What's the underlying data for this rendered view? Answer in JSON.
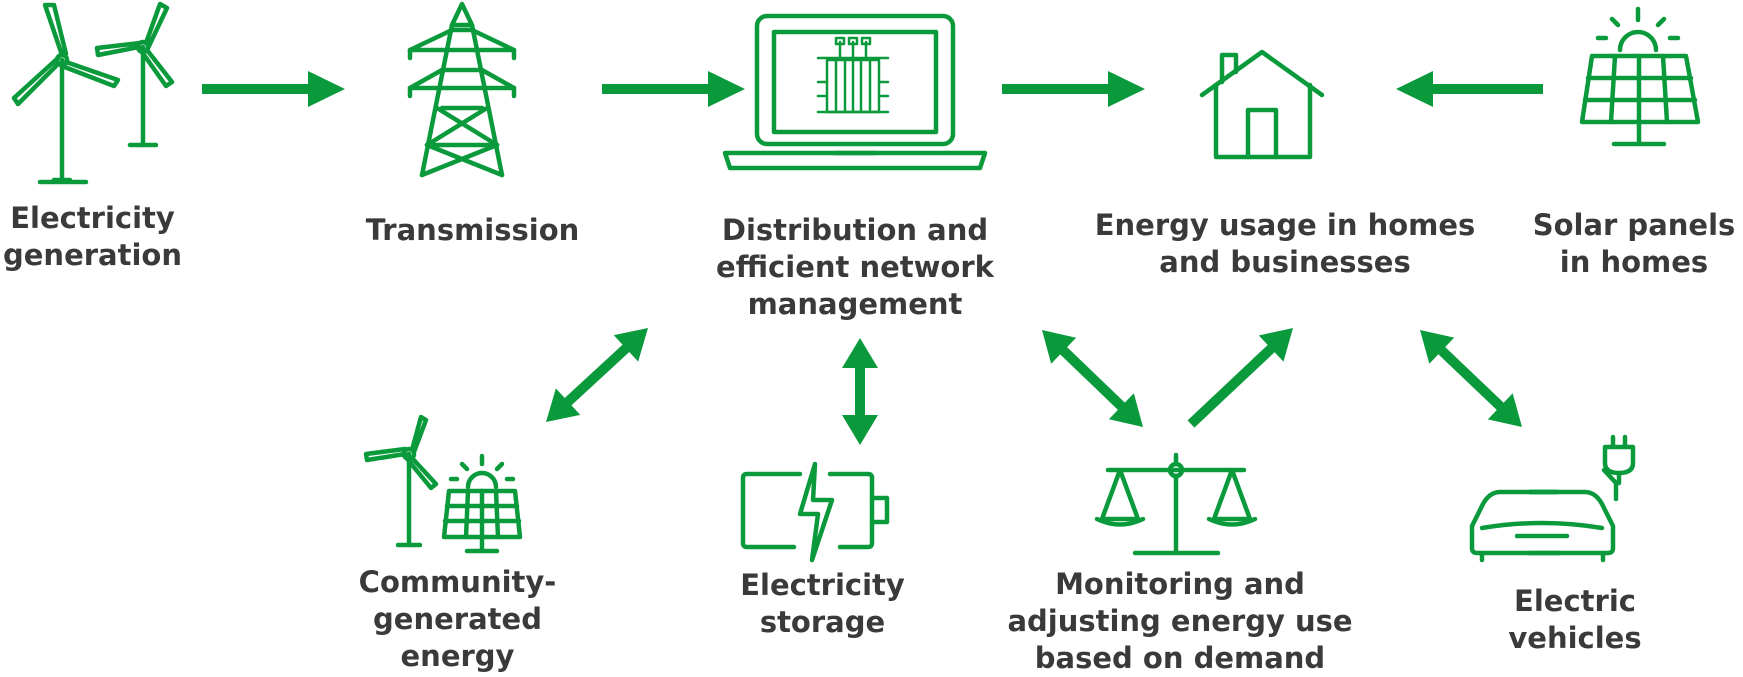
{
  "accent_color": "#0a9a3c",
  "text_color": "#3a3a3a",
  "nodes": {
    "generation": {
      "label": "Electricity\ngeneration",
      "icon": "wind-turbines-icon"
    },
    "transmission": {
      "label": "Transmission",
      "icon": "transmission-tower-icon"
    },
    "distribution": {
      "label": "Distribution and\nefficient network\nmanagement",
      "icon": "laptop-transformer-icon"
    },
    "usage": {
      "label": "Energy usage in homes\nand businesses",
      "icon": "house-icon"
    },
    "solar": {
      "label": "Solar panels\nin homes",
      "icon": "solar-panel-icon"
    },
    "community": {
      "label": "Community-\ngenerated\nenergy",
      "icon": "wind-solar-icon"
    },
    "storage": {
      "label": "Electricity\nstorage",
      "icon": "battery-icon"
    },
    "monitoring": {
      "label": "Monitoring and\nadjusting energy use\nbased on demand",
      "icon": "balance-scale-icon"
    },
    "ev": {
      "label": "Electric\nvehicles",
      "icon": "electric-car-icon"
    }
  }
}
